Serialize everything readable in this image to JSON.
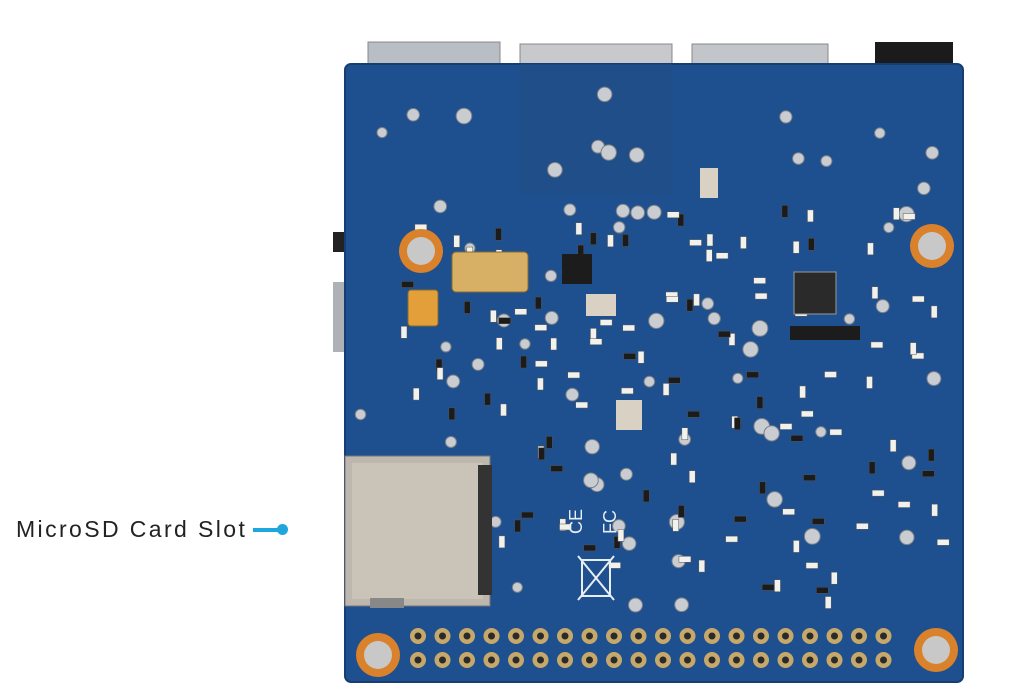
{
  "callout": {
    "label": "MicroSD Card Slot",
    "color": "#1fa6dc"
  },
  "board": {
    "pcb_color": "#1e4f8e",
    "markings": {
      "ce": "CE",
      "fcc": "FC"
    }
  }
}
